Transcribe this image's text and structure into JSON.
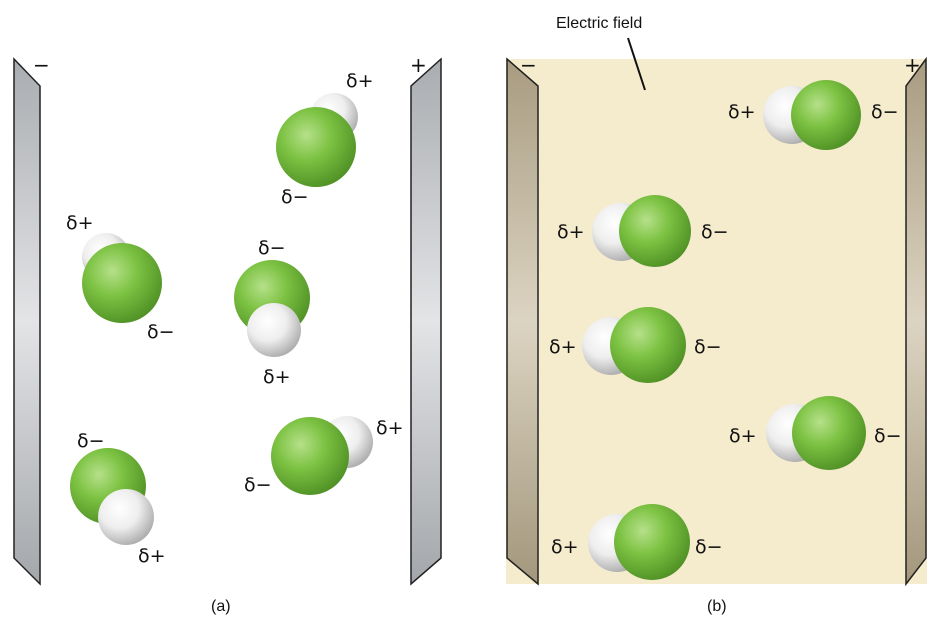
{
  "panel_a": {
    "caption": "(a)",
    "left_plate_sign": "−",
    "right_plate_sign": "+",
    "molecules": [
      {
        "pos_label": "δ+",
        "neg_label": "δ−"
      },
      {
        "pos_label": "δ+",
        "neg_label": "δ−"
      },
      {
        "pos_label": "δ+",
        "neg_label": "δ−"
      },
      {
        "pos_label": "δ+",
        "neg_label": "δ−"
      },
      {
        "pos_label": "δ+",
        "neg_label": "δ−"
      }
    ]
  },
  "panel_b": {
    "caption": "(b)",
    "field_label": "Electric field",
    "left_plate_sign": "−",
    "right_plate_sign": "+",
    "molecules": [
      {
        "pos_label": "δ+",
        "neg_label": "δ−"
      },
      {
        "pos_label": "δ+",
        "neg_label": "δ−"
      },
      {
        "pos_label": "δ+",
        "neg_label": "δ−"
      },
      {
        "pos_label": "δ+",
        "neg_label": "δ−"
      },
      {
        "pos_label": "δ+",
        "neg_label": "δ−"
      }
    ]
  },
  "colors": {
    "chlorine": "#7cc242",
    "hydrogen": "#f2f2f2",
    "field_fill": "#f5ebcd",
    "plate_gray": "#b7b9bc",
    "plate_tan": "#b7aa90"
  }
}
